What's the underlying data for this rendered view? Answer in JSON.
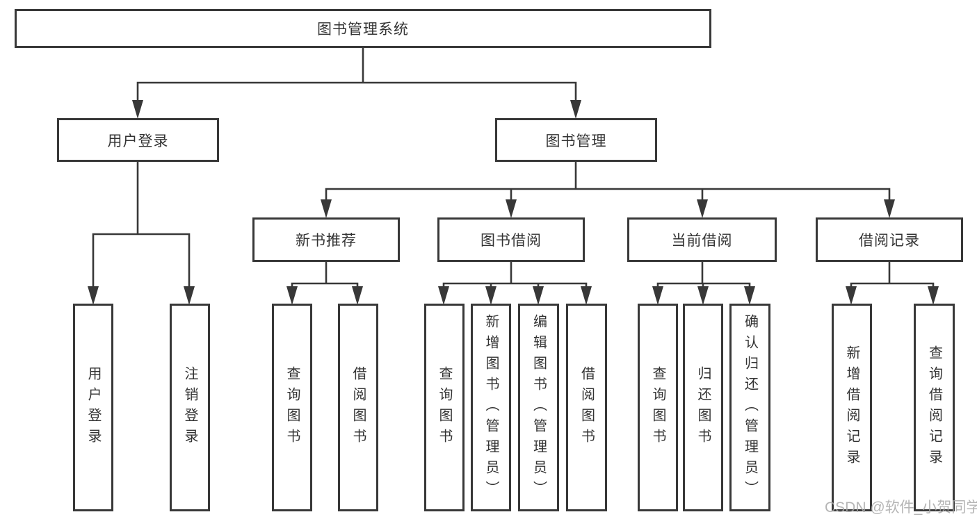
{
  "tree": {
    "root": "图书管理系统",
    "branches": [
      {
        "label": "用户登录",
        "leaves": [
          "用户登录",
          "注销登录"
        ]
      },
      {
        "label": "图书管理",
        "groups": [
          {
            "label": "新书推荐",
            "leaves": [
              "查询图书",
              "借阅图书"
            ]
          },
          {
            "label": "图书借阅",
            "leaves": [
              "查询图书",
              "新增图书（管理员）",
              "编辑图书（管理员）",
              "借阅图书"
            ]
          },
          {
            "label": "当前借阅",
            "leaves": [
              "查询图书",
              "归还图书",
              "确认归还（管理员）"
            ]
          },
          {
            "label": "借阅记录",
            "leaves": [
              "新增借阅记录",
              "查询借阅记录"
            ]
          }
        ]
      }
    ]
  },
  "watermark": "CSDN @软件_小贺同学",
  "colors": {
    "line": "#383838",
    "text": "#333333",
    "box_background": "#ffffff",
    "watermark": "#a8a8a8",
    "background": "#ffffff"
  }
}
